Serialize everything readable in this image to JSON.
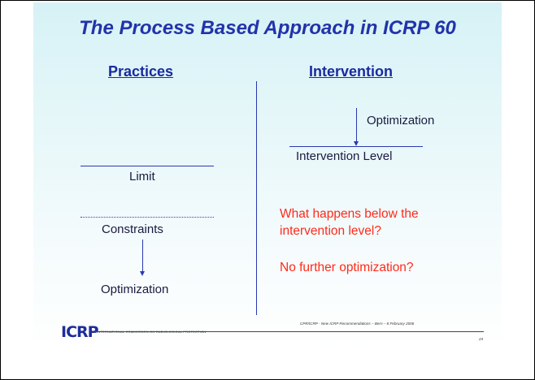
{
  "slide": {
    "title": "The Process Based Approach in ICRP 60",
    "practices": {
      "heading": "Practices",
      "limit": "Limit",
      "constraints": "Constraints",
      "optimization": "Optimization"
    },
    "intervention": {
      "heading": "Intervention",
      "optimization": "Optimization",
      "intervention_level": "Intervention Level",
      "question_line1": "What happens below the",
      "question_line2": "intervention level?",
      "question2": "No further optimization?"
    },
    "footer": {
      "logo": "ICRP",
      "logo_subtitle": "INTERNATIONAL COMMISSION ON RADIOLOGICAL PROTECTION",
      "text": "CPR/ICRP - New ICRP Recommendations – Bern – 8 February 2006",
      "page": "24"
    },
    "colors": {
      "title": "#2233aa",
      "heading": "#1a2aa0",
      "question": "#ff2a1a",
      "background_top": "#d6f2f6"
    }
  }
}
